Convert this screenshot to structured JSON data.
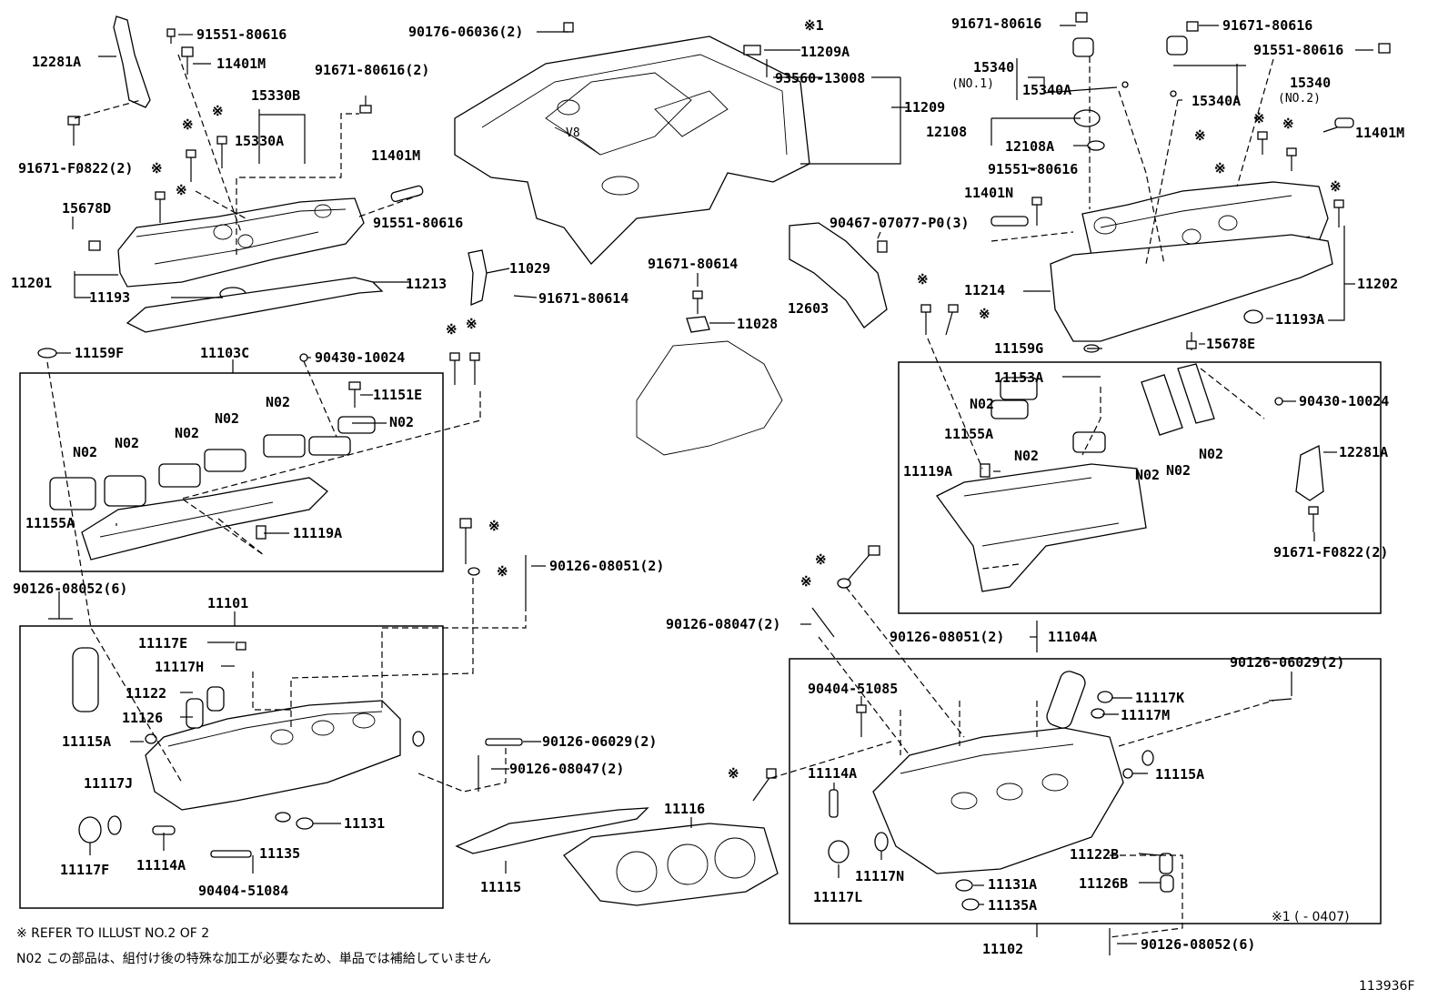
{
  "labels": {
    "p12281A_l": "12281A",
    "p91551_a": "91551-80616",
    "p11401M_a": "11401M",
    "p91671_2": "91671-80616(2)",
    "p15330B": "15330B",
    "p15330A": "15330A",
    "p91671F_l": "91671-F0822(2)",
    "p11401M_b": "11401M",
    "p15678D": "15678D",
    "p91551_b": "91551-80616",
    "p11201": "11201",
    "p11193": "11193",
    "p11213": "11213",
    "p11029": "11029",
    "p91671_80614_a": "91671-80614",
    "p90176": "90176-06036(2)",
    "p11209A": "11209A",
    "p93560": "93560-13008",
    "p11209": "11209",
    "p90467": "90467-07077-P0(3)",
    "p91671_80614_b": "91671-80614",
    "p12603": "12603",
    "p11028": "11028",
    "p11159F": "11159F",
    "p11103C": "11103C",
    "p90430_a": "90430-10024",
    "p11151E": "11151E",
    "p11155A_l": "11155A",
    "p11119A_l": "11119A",
    "p90126_08052_a": "90126-08052(6)",
    "p90126_08051_a": "90126-08051(2)",
    "p11101": "11101",
    "p11117E": "11117E",
    "p11117H": "11117H",
    "p11122": "11122",
    "p11126": "11126",
    "p11115A_l": "11115A",
    "p11117J": "11117J",
    "p90126_06029_a": "90126-06029(2)",
    "p90126_08047_a": "90126-08047(2)",
    "p11131": "11131",
    "p11135": "11135",
    "p11117F": "11117F",
    "p11114A_l": "11114A",
    "p90404_51084": "90404-51084",
    "p11115": "11115",
    "p11116": "11116",
    "p91671_r1": "91671-80616",
    "p91671_r2": "91671-80616",
    "p91551_r": "91551-80616",
    "p15340_l": "15340",
    "p15340_r": "15340",
    "p15340A_l": "15340A",
    "p15340A_r": "15340A",
    "p12108": "12108",
    "p12108A": "12108A",
    "p91551_r2": "91551-80616",
    "p11401N": "11401N",
    "p11401M_r": "11401M",
    "p11214": "11214",
    "p11202": "11202",
    "p11193A": "11193A",
    "p11159G": "11159G",
    "p15678E": "15678E",
    "p11153A": "11153A",
    "p11155A_r": "11155A",
    "p11119A_r": "11119A",
    "p90430_b": "90430-10024",
    "p12281A_r": "12281A",
    "p91671F_r": "91671-F0822(2)",
    "p90126_08047_b": "90126-08047(2)",
    "p90126_08051_b": "90126-08051(2)",
    "p11104A": "11104A",
    "p90126_06029_b": "90126-06029(2)",
    "p90404_51085": "90404-51085",
    "p11117K": "11117K",
    "p11117M": "11117M",
    "p11115A_r": "11115A",
    "p11114A_r": "11114A",
    "p11122B": "11122B",
    "p11126B": "11126B",
    "p11117N": "11117N",
    "p11117L": "11117L",
    "p11131A": "11131A",
    "p11135A": "11135A",
    "p11102": "11102",
    "p90126_08052_b": "90126-08052(6)",
    "no1": "(NO.1)",
    "no2": "(NO.2)",
    "n02": "N02"
  },
  "marks": {
    "ref": "※",
    "ref1": "※1"
  },
  "notes": {
    "refer": "※ REFER TO ILLUST NO.2 OF 2",
    "n02_note": "N02 この部品は、組付け後の特殊な加工が必要なため、単品では補給していません",
    "period": "※1 (     - 0407)",
    "code": "113936F"
  }
}
